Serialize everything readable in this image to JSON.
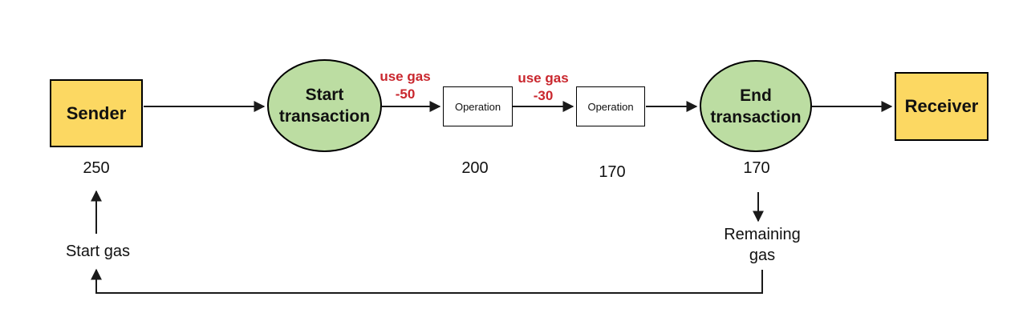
{
  "diagram": {
    "nodes": {
      "sender": {
        "label": "Sender",
        "gas": "250"
      },
      "start_transaction": {
        "line1": "Start",
        "line2": "transaction"
      },
      "operation1": {
        "label": "Operation",
        "gas": "200"
      },
      "operation2": {
        "label": "Operation",
        "gas": "170"
      },
      "end_transaction": {
        "line1": "End",
        "line2": "transaction",
        "gas": "170"
      },
      "receiver": {
        "label": "Receiver"
      }
    },
    "edge_labels": {
      "use_gas_1": {
        "line1": "use gas",
        "line2": "-50"
      },
      "use_gas_2": {
        "line1": "use gas",
        "line2": "-30"
      }
    },
    "annotations": {
      "start_gas": "Start gas",
      "remaining_gas_line1": "Remaining",
      "remaining_gas_line2": "gas"
    },
    "colors": {
      "node_yellow": "#FCD862",
      "node_green": "#BCDDA2",
      "warning_red": "#C9262D",
      "line_black": "#1a1a1a"
    }
  }
}
